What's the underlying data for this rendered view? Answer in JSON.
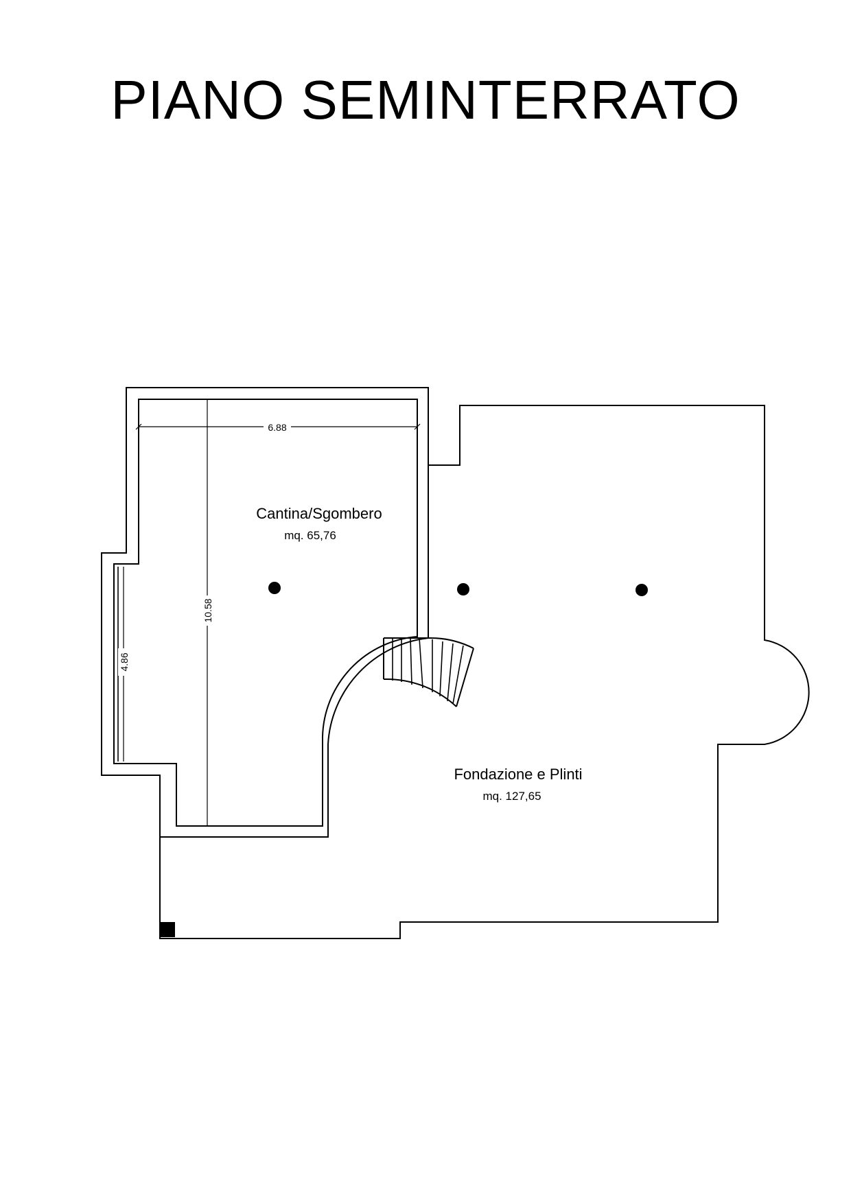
{
  "title": "PIANO SEMINTERRATO",
  "rooms": [
    {
      "name": "Cantina/Sgombero",
      "area": "mq. 65,76"
    },
    {
      "name": "Fondazione e Plinti",
      "area": "mq. 127,65"
    }
  ],
  "dimensions": {
    "width_top": "6.88",
    "height_main": "10.58",
    "height_side": "4.86"
  }
}
